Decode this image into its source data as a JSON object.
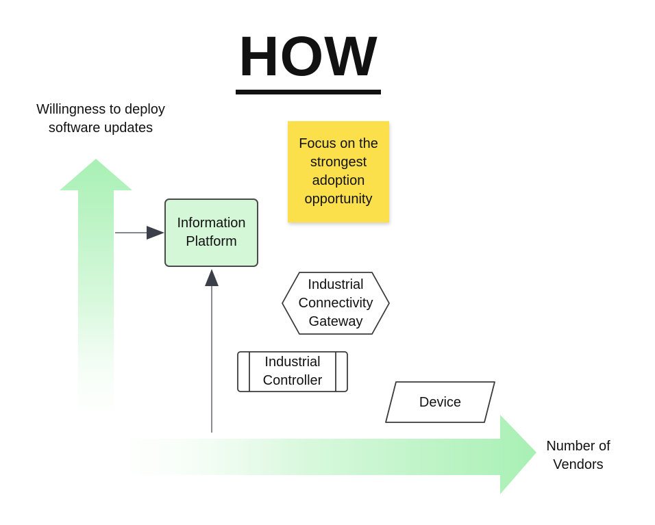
{
  "title": "HOW",
  "axes": {
    "y_label": "Willingness to deploy software updates",
    "x_label": "Number of Vendors"
  },
  "sticky_note": {
    "text": "Focus on the strongest adoption opportunity",
    "color": "#fbe04c"
  },
  "nodes": {
    "information_platform": {
      "label": "Information Platform",
      "fill": "#d4f7d8"
    },
    "gateway": {
      "label": "Industrial Connectivity Gateway"
    },
    "controller": {
      "label": "Industrial Controller"
    },
    "device": {
      "label": "Device"
    }
  },
  "colors": {
    "axis_arrow": "#a8f0b4",
    "connector": "#3a3f4a"
  }
}
